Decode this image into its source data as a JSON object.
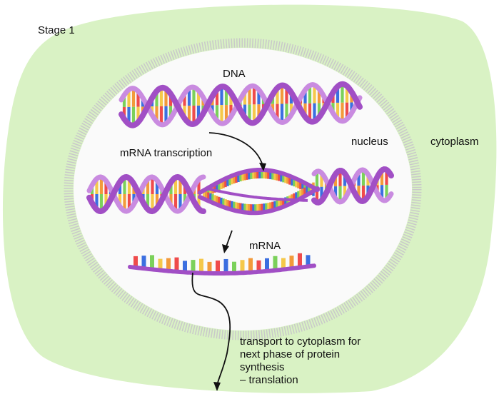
{
  "labels": {
    "stage": "Stage 1",
    "dna": "DNA",
    "mrna_transcription": "mRNA transcription",
    "nucleus": "nucleus",
    "cytoplasm": "cytoplasm",
    "mrna": "mRNA"
  },
  "transport_note": [
    "transport to cytoplasm for",
    "next phase of protein",
    "synthesis",
    "–  translation"
  ],
  "colors": {
    "cytoplasm": "#d9f2c4",
    "nucleus_fill": "#fafafa",
    "nucleus_border": "#c9c9c9",
    "backbone": "#a14fc5",
    "backbone_light": "#c98be0",
    "base_red": "#ef4b4b",
    "base_blue": "#3b6fe0",
    "base_green": "#7bd15a",
    "base_yellow": "#f5c84a",
    "base_orange": "#f29a3a",
    "arrow": "#111111"
  }
}
